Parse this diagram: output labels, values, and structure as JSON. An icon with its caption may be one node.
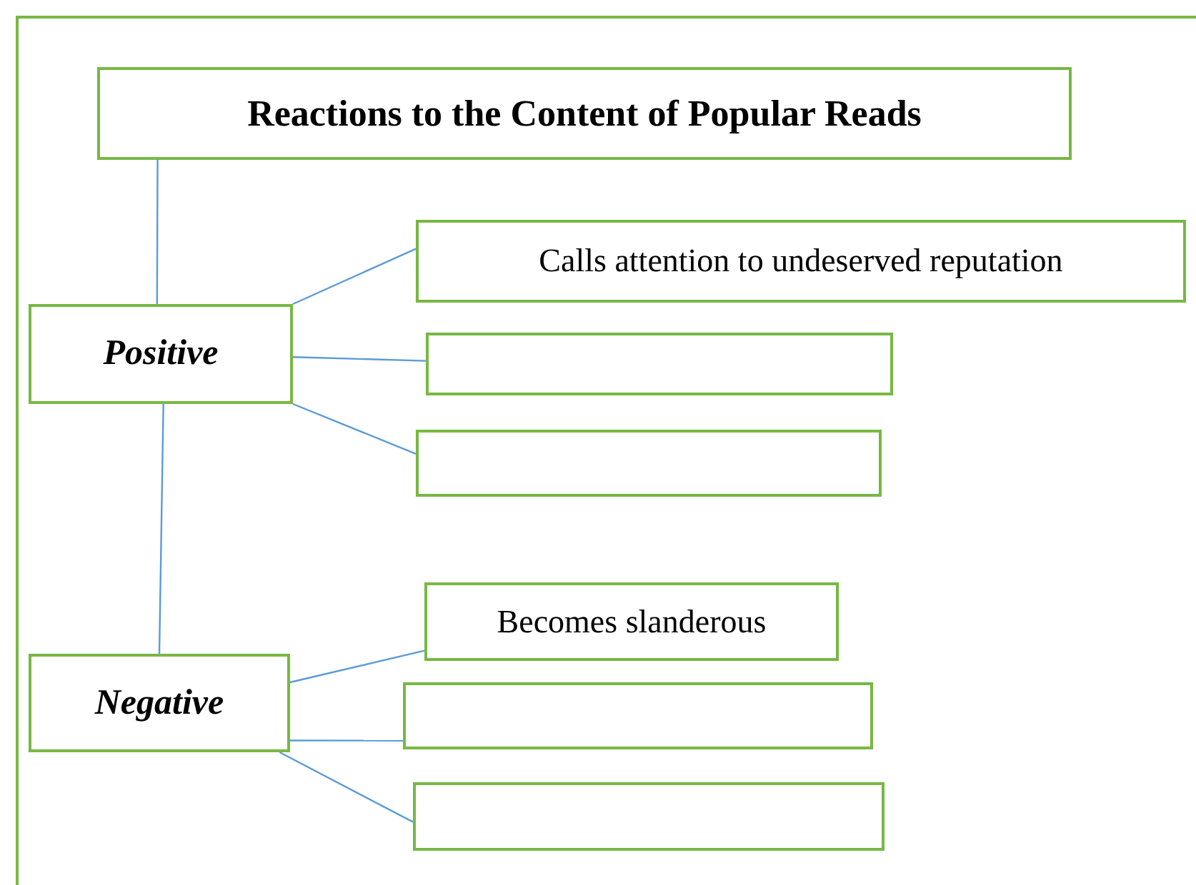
{
  "diagram": {
    "nodes": [
      {
        "text": [
          "Reactions to the Content of Popular Reads"
        ]
      },
      {
        "text": [
          "Positive"
        ]
      },
      {
        "text": [
          "Calls attention to undeserved reputation"
        ]
      },
      {
        "text": [],
        "shape": "box"
      },
      {
        "text": [],
        "shape": "box"
      },
      {
        "text": [
          "Negative"
        ]
      },
      {
        "text": [
          "Becomes slanderous"
        ]
      },
      {
        "text": [],
        "shape": "box"
      },
      {
        "text": [],
        "shape": "box"
      }
    ],
    "edges": [
      {
        "from": 0,
        "to": 1,
        "arrow": "none"
      },
      {
        "from": 1,
        "to": 2,
        "arrow": "none"
      },
      {
        "from": 1,
        "to": 3,
        "arrow": "none"
      },
      {
        "from": 1,
        "to": 4,
        "arrow": "none"
      },
      {
        "from": 1,
        "to": 5,
        "arrow": "none"
      },
      {
        "from": 5,
        "to": 6,
        "arrow": "none"
      },
      {
        "from": 5,
        "to": 7,
        "arrow": "none"
      },
      {
        "from": 5,
        "to": 8,
        "arrow": "none"
      }
    ]
  }
}
